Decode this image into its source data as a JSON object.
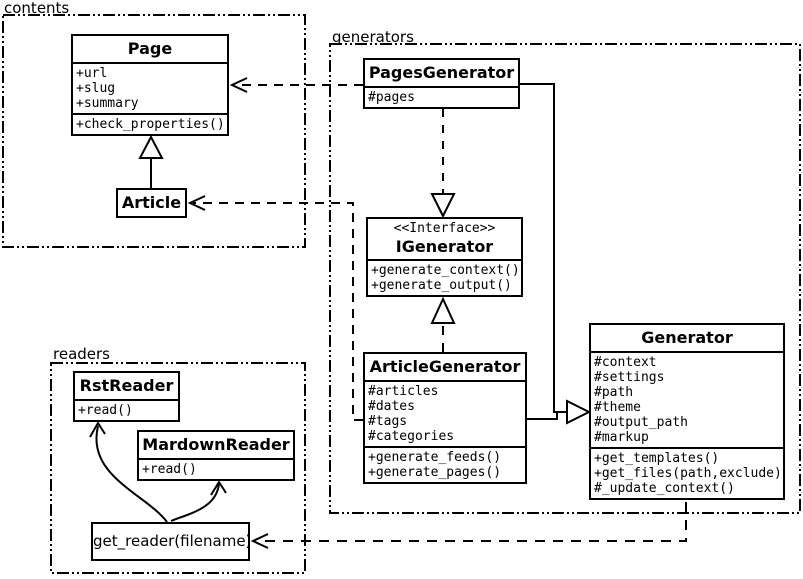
{
  "packages": {
    "contents": {
      "label": "contents"
    },
    "generators": {
      "label": "generators"
    },
    "readers": {
      "label": "readers"
    }
  },
  "classes": {
    "page": {
      "name": "Page",
      "attributes": [
        "+url",
        "+slug",
        "+summary"
      ],
      "methods": [
        "+check_properties()"
      ]
    },
    "article": {
      "name": "Article"
    },
    "pages_generator": {
      "name": "PagesGenerator",
      "attributes": [
        "#pages"
      ]
    },
    "igenerator": {
      "stereotype": "<<Interface>>",
      "name": "IGenerator",
      "methods": [
        "+generate_context()",
        "+generate_output()"
      ]
    },
    "article_generator": {
      "name": "ArticleGenerator",
      "attributes": [
        "#articles",
        "#dates",
        "#tags",
        "#categories"
      ],
      "methods": [
        "+generate_feeds()",
        "+generate_pages()"
      ]
    },
    "generator": {
      "name": "Generator",
      "attributes": [
        "#context",
        "#settings",
        "#path",
        "#theme",
        "#output_path",
        "#markup"
      ],
      "methods": [
        "+get_templates()",
        "+get_files(path,exclude)",
        "#_update_context()"
      ]
    },
    "rst_reader": {
      "name": "RstReader",
      "methods": [
        "+read()"
      ]
    },
    "mardown_reader": {
      "name": "MardownReader",
      "methods": [
        "+read()"
      ]
    },
    "get_reader": {
      "name": "get_reader(filename)"
    }
  },
  "relationships": [
    {
      "from": "Article",
      "to": "Page",
      "type": "inheritance"
    },
    {
      "from": "PagesGenerator",
      "to": "IGenerator",
      "type": "realization"
    },
    {
      "from": "ArticleGenerator",
      "to": "IGenerator",
      "type": "realization"
    },
    {
      "from": "PagesGenerator",
      "to": "Generator",
      "type": "inheritance"
    },
    {
      "from": "ArticleGenerator",
      "to": "Generator",
      "type": "inheritance"
    },
    {
      "from": "PagesGenerator",
      "to": "Page",
      "type": "dependency"
    },
    {
      "from": "ArticleGenerator",
      "to": "Article",
      "type": "dependency"
    },
    {
      "from": "Generator",
      "to": "get_reader(filename)",
      "type": "dependency"
    },
    {
      "from": "get_reader(filename)",
      "to": "RstReader",
      "type": "call"
    },
    {
      "from": "get_reader(filename)",
      "to": "MardownReader",
      "type": "call"
    }
  ],
  "colors": {
    "ink": "#000000",
    "paper": "#ffffff"
  }
}
